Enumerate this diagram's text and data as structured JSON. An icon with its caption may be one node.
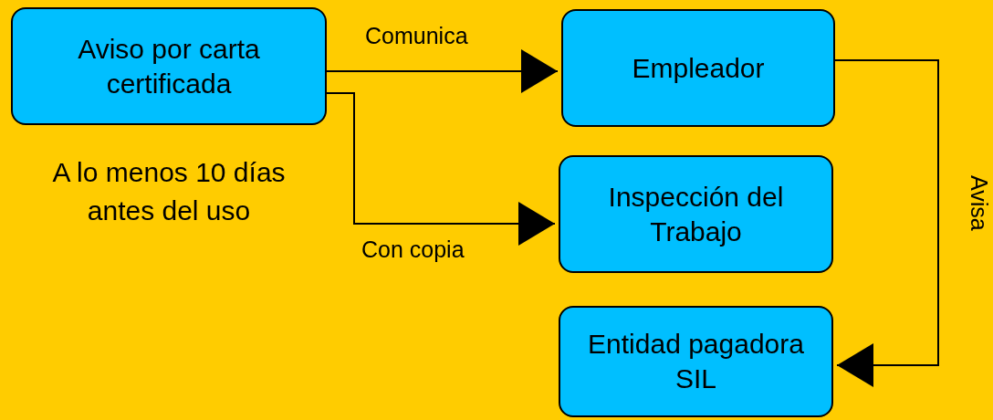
{
  "diagram": {
    "nodes": [
      {
        "text": [
          "Aviso por carta certificada"
        ],
        "beside": [
          "A lo menos 10 días antes del uso"
        ]
      },
      {
        "text": [
          "Empleador"
        ]
      },
      {
        "text": [
          "Inspección del Trabajo"
        ]
      },
      {
        "text": [
          "Entidad pagadora SIL"
        ]
      }
    ],
    "edges": [
      {
        "from": 0,
        "to": 1,
        "arrow": "to",
        "label": "Comunica"
      },
      {
        "from": 0,
        "to": 2,
        "arrow": "to",
        "label": "Con copia"
      },
      {
        "from": 1,
        "to": 3,
        "arrow": "to",
        "label": "Avisa"
      }
    ]
  }
}
